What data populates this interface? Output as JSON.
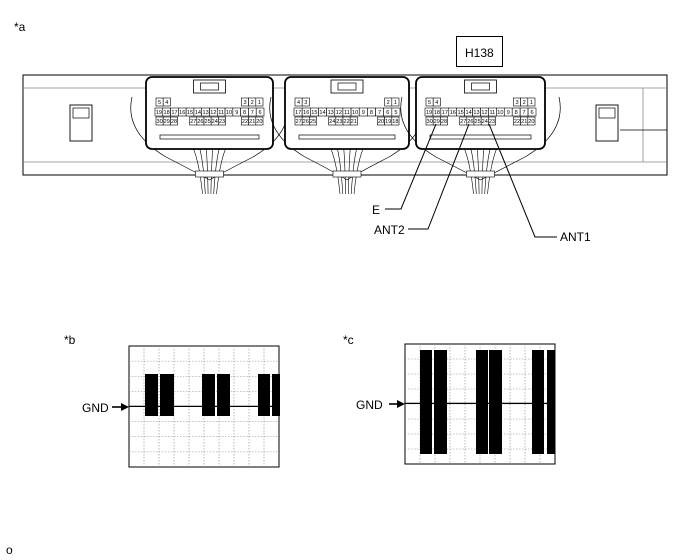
{
  "labels": {
    "view_a": "*a",
    "view_b": "*b",
    "view_c": "*c",
    "connector_id": "H138",
    "pin_e": "E",
    "pin_ant2": "ANT2",
    "pin_ant1": "ANT1",
    "gnd_b": "GND",
    "gnd_c": "GND",
    "corner_mark": "o"
  },
  "connector": {
    "top_row": [
      "5",
      "4",
      "3",
      "2",
      "1"
    ],
    "mid_row": [
      "19",
      "18",
      "17",
      "16",
      "15",
      "14",
      "13",
      "12",
      "11",
      "10",
      "9",
      "8",
      "7",
      "6"
    ],
    "bottom_left": [
      "30",
      "29",
      "28"
    ],
    "bottom_mid": [
      "27",
      "26",
      "25",
      "24",
      "23"
    ],
    "bottom_right": [
      "22",
      "21",
      "20"
    ]
  },
  "connector_mid": {
    "top_left": [
      "4",
      "3"
    ],
    "top_right": [
      "2",
      "1"
    ],
    "mid_row": [
      "17",
      "16",
      "15",
      "14",
      "13",
      "12",
      "11",
      "10",
      "9",
      "8",
      "7",
      "6",
      "5"
    ],
    "bottom_left": [
      "27",
      "26",
      "25"
    ],
    "bottom_mid": [
      "24",
      "23",
      "22",
      "21"
    ],
    "bottom_right": [
      "20",
      "19",
      "18"
    ]
  },
  "waveforms": {
    "b": {
      "bursts": 3,
      "burst_sub_blocks": 2
    },
    "c": {
      "bursts": 3,
      "burst_sub_blocks": 2
    }
  },
  "colors": {
    "line": "#000000",
    "grid": "#888888",
    "background": "#ffffff"
  }
}
